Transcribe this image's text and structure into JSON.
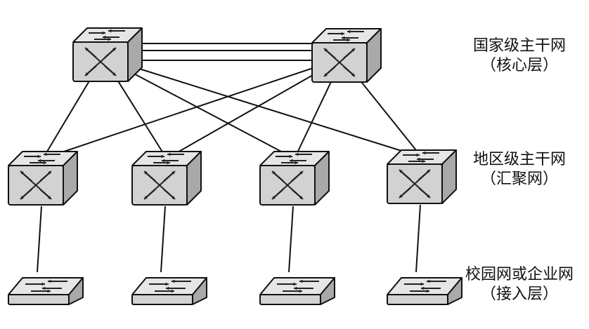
{
  "layers": {
    "core": {
      "line1": "国家级主干网",
      "line2": "（核心层）",
      "device_count": 2
    },
    "aggregation": {
      "line1": "地区级主干网",
      "line2": "（汇聚网）",
      "device_count": 4
    },
    "access": {
      "line1": "校园网或企业网",
      "line2": "（接入层）",
      "device_count": 4
    }
  },
  "links": [
    [
      "core-0",
      "core-1"
    ],
    [
      "core-0",
      "agg-0"
    ],
    [
      "core-0",
      "agg-1"
    ],
    [
      "core-0",
      "agg-2"
    ],
    [
      "core-0",
      "agg-3"
    ],
    [
      "core-1",
      "agg-0"
    ],
    [
      "core-1",
      "agg-1"
    ],
    [
      "core-1",
      "agg-2"
    ],
    [
      "core-1",
      "agg-3"
    ],
    [
      "agg-0",
      "acc-0"
    ],
    [
      "agg-1",
      "acc-1"
    ],
    [
      "agg-2",
      "acc-2"
    ],
    [
      "agg-3",
      "acc-3"
    ]
  ],
  "colors": {
    "device_top": "#e6e6e6",
    "device_front": "#d2d2d2",
    "device_side": "#a9a9a9",
    "stroke": "#111111",
    "arrow": "#222222"
  },
  "icons": {
    "core_device": "layer3-switch-icon",
    "aggregation_device": "layer3-switch-icon",
    "access_device": "switch-icon"
  }
}
